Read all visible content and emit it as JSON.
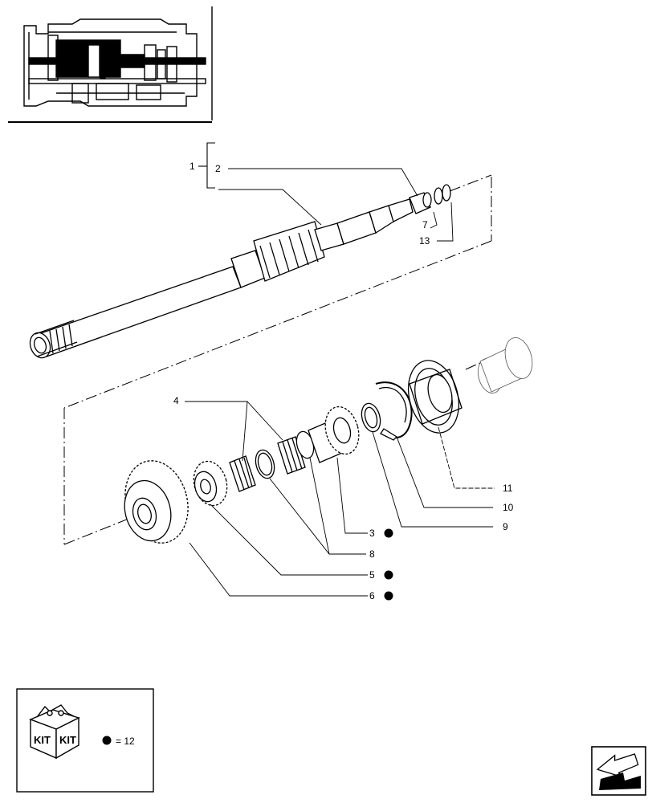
{
  "diagram": {
    "callouts": [
      {
        "id": "c1",
        "text": "1"
      },
      {
        "id": "c2",
        "text": "2"
      },
      {
        "id": "c7",
        "text": "7"
      },
      {
        "id": "c13",
        "text": "13"
      },
      {
        "id": "c4",
        "text": "4"
      },
      {
        "id": "c11",
        "text": "11"
      },
      {
        "id": "c10",
        "text": "10"
      },
      {
        "id": "c9",
        "text": "9"
      },
      {
        "id": "c3",
        "text": "3"
      },
      {
        "id": "c8",
        "text": "8"
      },
      {
        "id": "c5",
        "text": "5"
      },
      {
        "id": "c6",
        "text": "6"
      }
    ],
    "kit_marked_parts": [
      "3",
      "5",
      "6"
    ]
  },
  "kit_box": {
    "kit_word_left": "KIT",
    "kit_word_right": "KIT",
    "legend_equals": "= 12"
  },
  "icons": {
    "kit": "kit-box-icon",
    "nav": "next-page-arrow-icon",
    "thumb": "transmission-thumbnail-icon"
  },
  "colors": {
    "ink": "#000000",
    "paper": "#ffffff"
  }
}
